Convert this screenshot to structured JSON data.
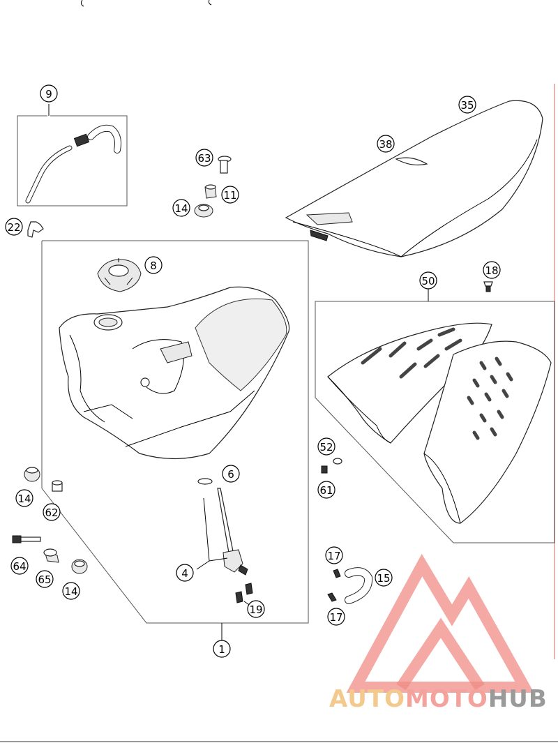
{
  "diagram": {
    "callouts": [
      "9",
      "22",
      "63",
      "11",
      "14",
      "35",
      "38",
      "8",
      "18",
      "50",
      "6",
      "14",
      "62",
      "52",
      "61",
      "4",
      "64",
      "65",
      "14",
      "17",
      "15",
      "17",
      "19",
      "1"
    ]
  },
  "watermark": {
    "text_part1": "AUTO",
    "text_part2": "MOTO",
    "text_part3": "HUB",
    "colors": {
      "part1": "#f3c98d",
      "part2": "#f4a29c",
      "part3": "#9a9a9a",
      "triangle": "#f08c85"
    }
  }
}
